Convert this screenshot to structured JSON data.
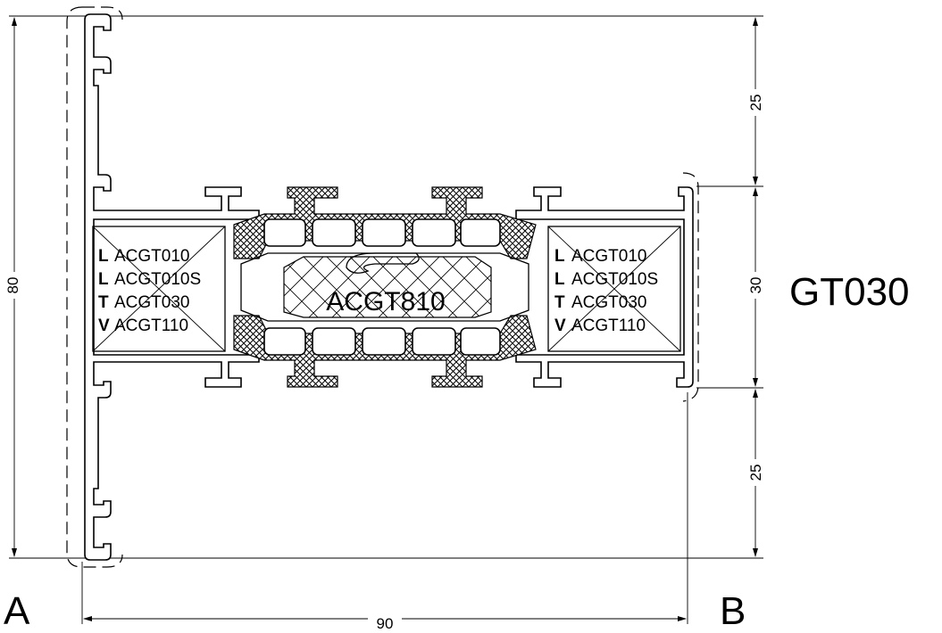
{
  "product_code": "GT030",
  "side_a": "A",
  "side_b": "B",
  "dimensions": {
    "total_width": "90",
    "total_height": "80",
    "upper_offset": "25",
    "middle_height": "30",
    "lower_offset": "25"
  },
  "insert_label": "ACGT810",
  "accessories_left": [
    {
      "prefix": "L",
      "code": "ACGT010"
    },
    {
      "prefix": "L",
      "code": "ACGT010S"
    },
    {
      "prefix": "T",
      "code": "ACGT030"
    },
    {
      "prefix": "V",
      "code": "ACGT110"
    }
  ],
  "accessories_right": [
    {
      "prefix": "L",
      "code": "ACGT010"
    },
    {
      "prefix": "L",
      "code": "ACGT010S"
    },
    {
      "prefix": "T",
      "code": "ACGT030"
    },
    {
      "prefix": "V",
      "code": "ACGT110"
    }
  ]
}
